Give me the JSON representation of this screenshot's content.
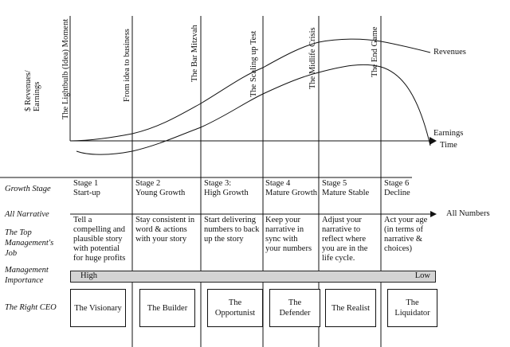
{
  "y_axis_label": [
    "$ Revenues/",
    "Earnings"
  ],
  "milestones": [
    "The Lightbulb (Idea) Moment",
    "From idea to business",
    "The Bar Mitzvah",
    "The Scaling up Test",
    "The Midlife Crisis",
    "The End Game"
  ],
  "curves": {
    "revenues": "Revenues",
    "earnings": "Earnings",
    "x_axis": "Time"
  },
  "row_labels": {
    "growth_stage": "Growth Stage",
    "all_narrative": "All Narrative",
    "job": [
      "The Top",
      "Management's",
      "Job"
    ],
    "importance": [
      "Management",
      "Importance"
    ],
    "ceo": "The Right CEO"
  },
  "narrative_end": "All Numbers",
  "stages": [
    {
      "num": "Stage 1",
      "name": "Start-up",
      "job": [
        "Tell a",
        "compelling and",
        "plausible story",
        "with potential",
        "for huge profits"
      ],
      "ceo": [
        "The Visionary"
      ]
    },
    {
      "num": "Stage 2",
      "name": "Young Growth",
      "job": [
        "Stay consistent in",
        "word & actions",
        "with your story"
      ],
      "ceo": [
        "The Builder"
      ]
    },
    {
      "num": "Stage 3:",
      "name": "High Growth",
      "job": [
        "Start delivering",
        "numbers to back",
        "up the story"
      ],
      "ceo": [
        "The",
        "Opportunist"
      ]
    },
    {
      "num": "Stage 4",
      "name": "Mature Growth",
      "job": [
        "Keep your",
        "narrative in",
        "sync with",
        "your numbers"
      ],
      "ceo": [
        "The",
        "Defender"
      ]
    },
    {
      "num": "Stage 5",
      "name": "Mature Stable",
      "job": [
        "Adjust your",
        "narrative to",
        "reflect where",
        "you are in the",
        "life cycle."
      ],
      "ceo": [
        "The Realist"
      ]
    },
    {
      "num": "Stage 6",
      "name": "Decline",
      "job": [
        "Act your age",
        "(in terms of",
        "narrative &",
        "choices)"
      ],
      "ceo": [
        "The",
        "Liquidator"
      ]
    }
  ],
  "importance": {
    "high": "High",
    "low": "Low"
  }
}
